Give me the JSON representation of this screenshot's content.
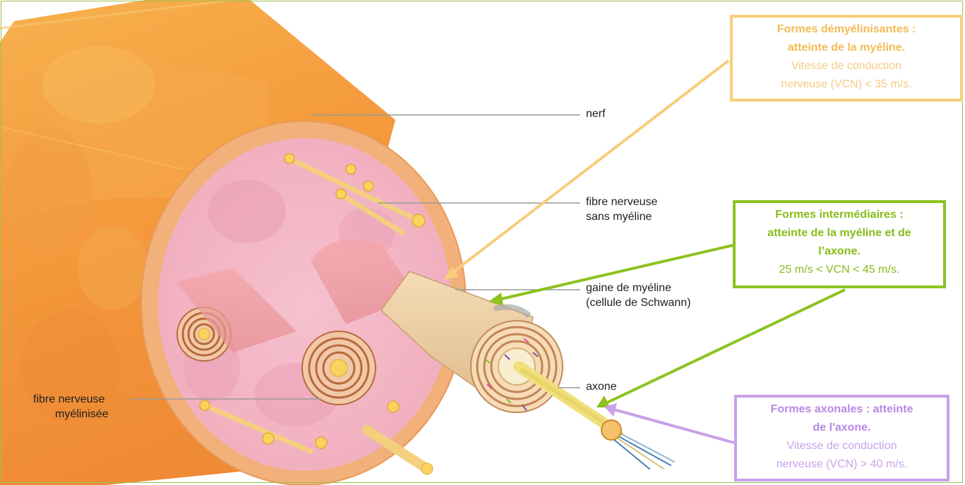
{
  "labels": {
    "nerf": "nerf",
    "fibre_sans_myeline_1": "fibre nerveuse",
    "fibre_sans_myeline_2": "sans myéline",
    "gaine_1": "gaine de myéline",
    "gaine_2": "(cellule de Schwann)",
    "axone": "axone",
    "fibre_myelinisee_1": "fibre nerveuse",
    "fibre_myelinisee_2": "myélinisée"
  },
  "boxes": {
    "demyelinisantes": {
      "title_1": "Formes démyélinisantes :",
      "title_2": "atteinte de la myéline.",
      "sub_1": "Vitesse de conduction",
      "sub_2": "nerveuse (VCN) < 35 m/s."
    },
    "intermediaires": {
      "title_1": "Formes intermédiaires :",
      "title_2": "atteinte de la myéline et de",
      "title_3": "l’axone.",
      "sub_1": "25 m/s < VCN < 45 m/s."
    },
    "axonales": {
      "title_1": "Formes axonales : atteinte",
      "title_2": "de l'axone.",
      "sub_1": "Vitesse de conduction",
      "sub_2": "nerveuse (VCN) > 40 m/s."
    }
  },
  "colors": {
    "demyelinisantes": "#f7ce7c",
    "intermediaires": "#8dc21f",
    "axonales": "#c9a0ea",
    "frame": "#9dc04a"
  }
}
